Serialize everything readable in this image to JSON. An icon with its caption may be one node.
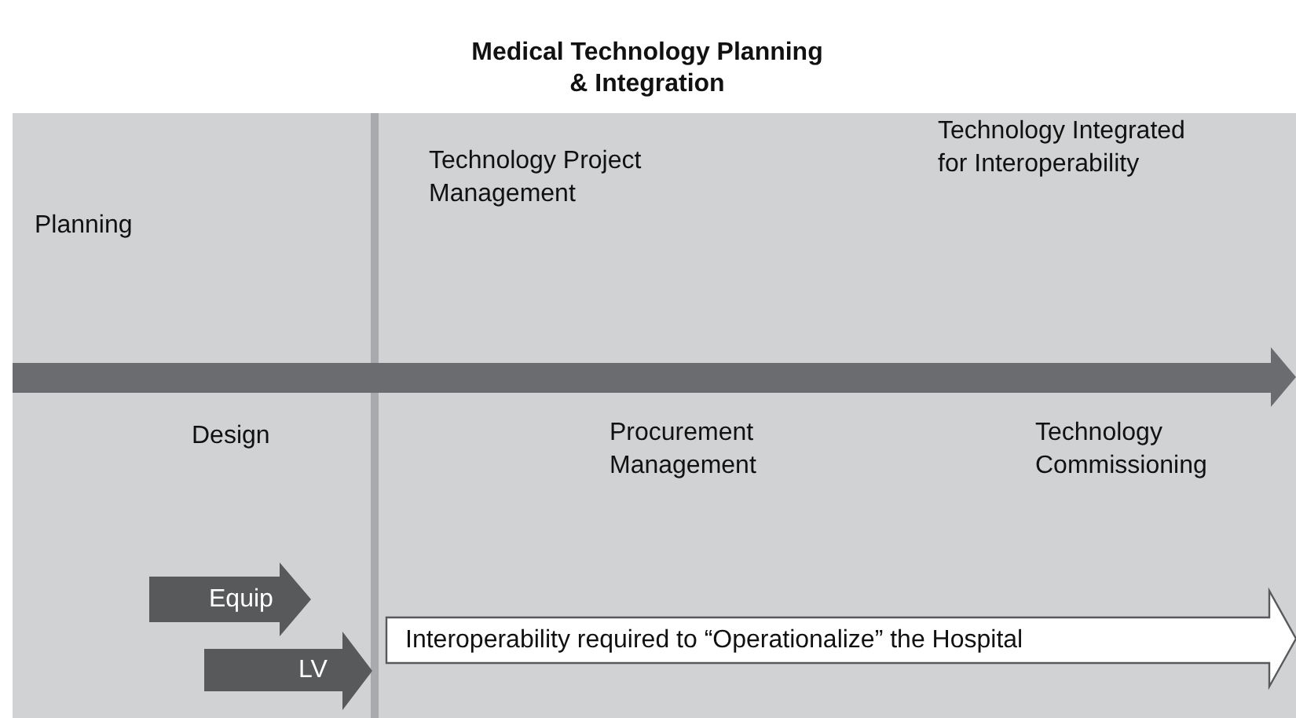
{
  "diagram": {
    "title": "Medical Technology Planning & Integration",
    "nodes": [
      {
        "text": [
          "Equip"
        ]
      },
      {
        "text": [
          "LV"
        ]
      },
      {
        "text": [
          "Interoperability required to “Operationalize” the Hospital"
        ]
      }
    ],
    "labels": [
      "Planning",
      "Technology Project Management",
      "Technology Integrated for Interoperability",
      "Design",
      "Procurement Management",
      "Technology Commissioning"
    ]
  }
}
